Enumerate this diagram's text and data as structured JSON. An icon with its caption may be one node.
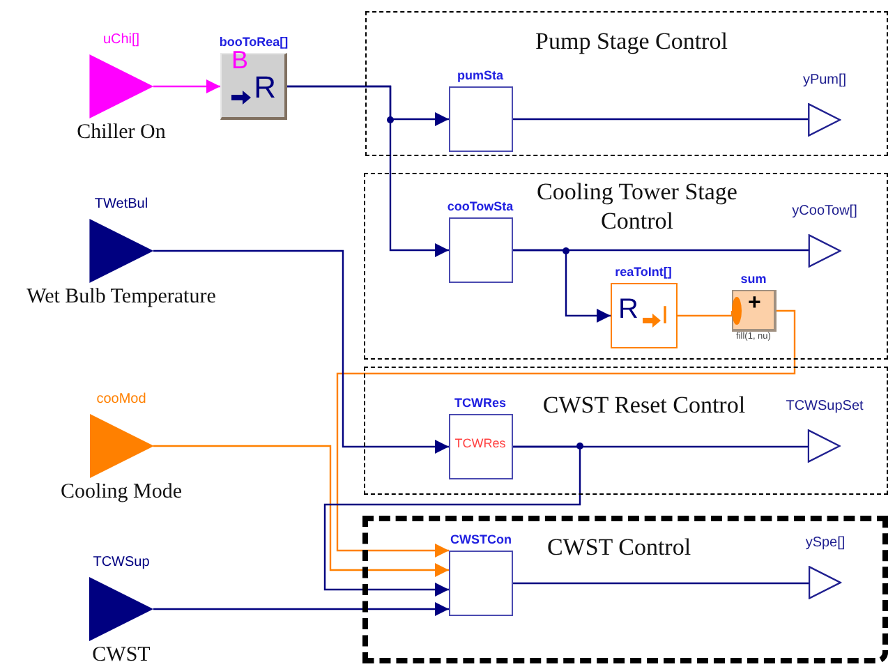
{
  "diagram": {
    "nodes": [
      {
        "text": [
          "uChi[]",
          "Chiller On"
        ]
      },
      {
        "text": [
          "booToRea[]",
          "B",
          "R"
        ]
      },
      {
        "text": [
          "TWetBul",
          "Wet Bulb Temperature"
        ]
      },
      {
        "text": [
          "cooMod",
          "Cooling Mode"
        ]
      },
      {
        "text": [
          "TCWSup",
          "CWST"
        ]
      },
      {
        "text": [
          "Pump Stage Control"
        ]
      },
      {
        "text": [
          "pumSta"
        ],
        "in": 5
      },
      {
        "text": [
          "yPum[]"
        ],
        "in": 5
      },
      {
        "text": [
          "Cooling Tower Stage Control"
        ]
      },
      {
        "text": [
          "cooTowSta"
        ],
        "in": 8
      },
      {
        "text": [
          "yCooTow[]"
        ],
        "in": 8
      },
      {
        "text": [
          "reaToInt[]",
          "R",
          "I"
        ],
        "in": 8
      },
      {
        "text": [
          "sum",
          "+",
          "fill(1, nu)"
        ],
        "in": 8
      },
      {
        "text": [
          "CWST Reset Control"
        ]
      },
      {
        "text": [
          "TCWRes",
          "TCWRes"
        ],
        "in": 13
      },
      {
        "text": [
          "TCWSupSet"
        ],
        "in": 13
      },
      {
        "text": [
          "CWST Control"
        ]
      },
      {
        "text": [
          "CWSTCon"
        ],
        "in": 16
      },
      {
        "text": [
          "ySpe[]"
        ],
        "in": 16
      }
    ],
    "edges": [
      {
        "from": 0,
        "to": 1,
        "arrow": "to",
        "color": "#ff00ff"
      },
      {
        "from": 1,
        "to": 6,
        "arrow": "to"
      },
      {
        "from": 1,
        "to": 9,
        "arrow": "to"
      },
      {
        "from": 6,
        "to": 7,
        "arrow": "none"
      },
      {
        "from": 9,
        "to": 10,
        "arrow": "none"
      },
      {
        "from": 9,
        "to": 11,
        "arrow": "to"
      },
      {
        "from": 11,
        "to": 12,
        "arrow": "none",
        "color": "#ff8000"
      },
      {
        "from": 12,
        "to": 17,
        "arrow": "to",
        "color": "#ff8000"
      },
      {
        "from": 2,
        "to": 14,
        "arrow": "to"
      },
      {
        "from": 3,
        "to": 17,
        "arrow": "to",
        "color": "#ff8000"
      },
      {
        "from": 14,
        "to": 15,
        "arrow": "none"
      },
      {
        "from": 14,
        "to": 17,
        "arrow": "to"
      },
      {
        "from": 4,
        "to": 17,
        "arrow": "to"
      },
      {
        "from": 17,
        "to": 18,
        "arrow": "none"
      }
    ]
  }
}
